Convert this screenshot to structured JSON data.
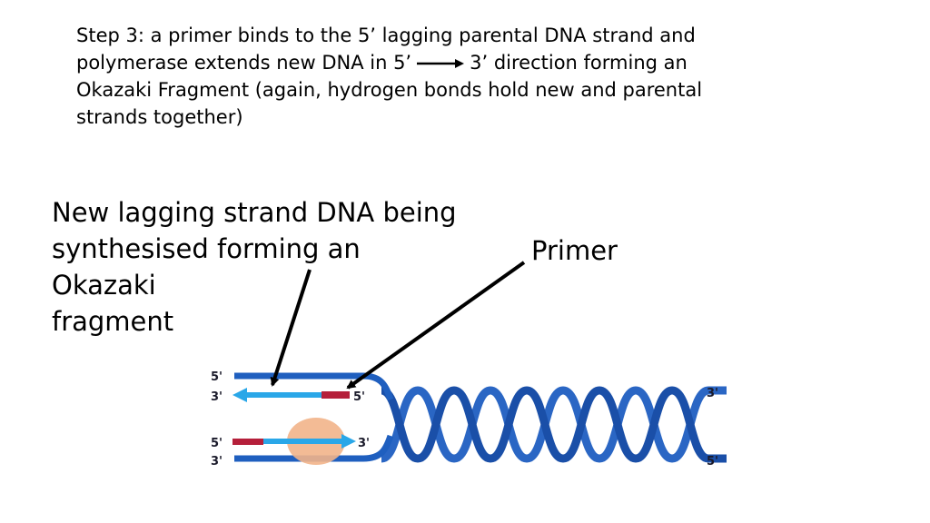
{
  "step": {
    "line1": "Step 3: a primer binds to the 5’ lagging parental DNA strand and",
    "line2_before": "polymerase extends new DNA in 5’",
    "line2_after": "3’ direction forming an",
    "line3": "Okazaki Fragment (again, hydrogen bonds hold new and parental",
    "line4": "strands together)"
  },
  "labels": {
    "lagging": [
      "New lagging strand DNA being",
      "synthesised forming an",
      "Okazaki",
      "fragment"
    ],
    "primer": "Primer"
  },
  "diagram": {
    "top_left_5": "5'",
    "top_left_3": "3'",
    "primer_end_5": "5'",
    "bottom_left_5": "5'",
    "bottom_left_3": "3'",
    "leading_end_3": "3'",
    "right_top_3": "3'",
    "right_bottom_5": "5'"
  },
  "colors": {
    "parental_strand": "#1f5fbf",
    "new_strand": "#2aa7e8",
    "primer": "#b51f3a",
    "polymerase": "#f2b48a",
    "pointer": "#000000"
  }
}
